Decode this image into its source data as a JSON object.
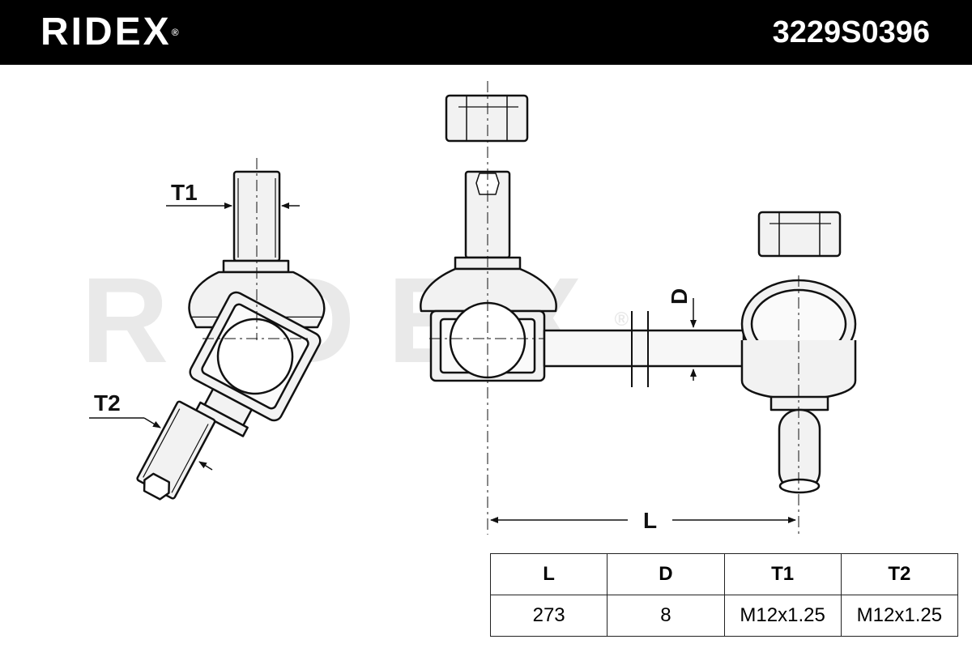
{
  "header": {
    "brand": "RIDEX",
    "brand_mark": "®",
    "part_number": "3229S0396"
  },
  "watermark": {
    "text": "RIDEX",
    "mark": "®"
  },
  "diagram": {
    "labels": {
      "t1": "T1",
      "t2": "T2",
      "d": "D",
      "l": "L"
    }
  },
  "spec_table": {
    "headers": [
      "L",
      "D",
      "T1",
      "T2"
    ],
    "values": [
      "273",
      "8",
      "M12x1.25",
      "M12x1.25"
    ]
  },
  "colors": {
    "header_bg": "#000000",
    "header_text": "#ffffff",
    "watermark": "#e9e9e9",
    "line": "#111111",
    "fill": "#f2f2f2"
  }
}
